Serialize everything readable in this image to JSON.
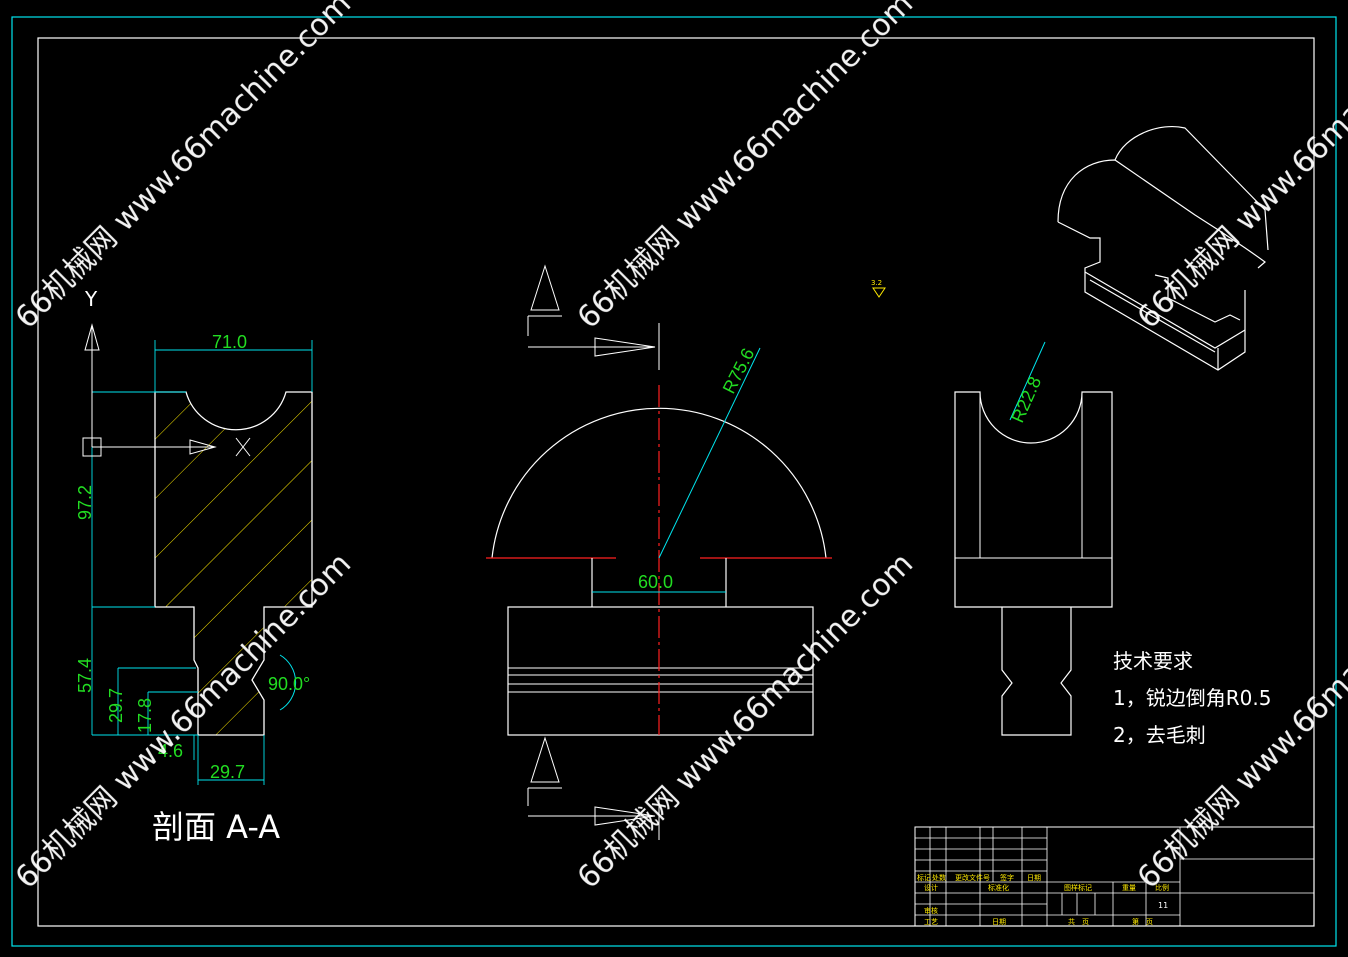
{
  "drawing": {
    "section_label": "剖面 A-A",
    "axis_y": "Y",
    "axis_x": "X",
    "surface_mark": "3.2",
    "dims": {
      "width_top": "71.0",
      "height_upper": "97.2",
      "height_lower": "57.4",
      "h_29_7": "29.7",
      "h_17_8": "17.8",
      "h_4_6": "4.6",
      "w_29_7": "29.7",
      "angle": "90.0°",
      "radius_big": "R75.6",
      "width_neck": "60.0",
      "radius_small": "R22.8"
    },
    "notes": {
      "title": "技术要求",
      "item1": "1，锐边倒角R0.5",
      "item2": "2，去毛刺"
    },
    "title_block": {
      "row_labels": [
        "标记",
        "处数",
        "更改文件号",
        "签字",
        "日期"
      ],
      "design": "设计",
      "standardize": "标准化",
      "check": "审核",
      "process": "工艺",
      "approve": "日期",
      "stage": "图样标记",
      "weight": "重量",
      "scale": "比例",
      "scale_val": "11",
      "sheets": "共　页",
      "sheet_no": "第　页"
    },
    "watermark": "66机械网 www.66machine.com"
  }
}
